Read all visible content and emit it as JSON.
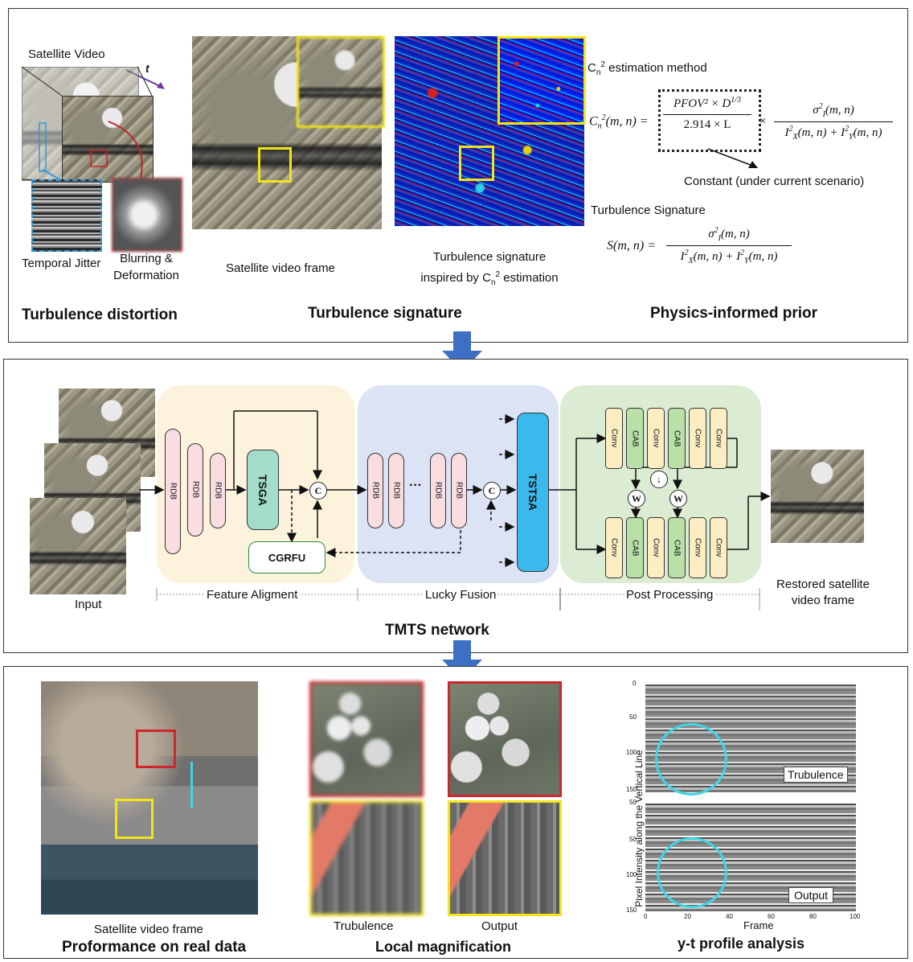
{
  "top": {
    "satellite_video_label": "Satellite Video",
    "t_label": "t",
    "temporal_jitter": "Temporal Jitter",
    "blurring_line1": "Blurring &",
    "blurring_line2": "Deformation",
    "frame_caption": "Satellite video frame",
    "sig_caption_line1": "Turbulence signature",
    "sig_caption_line2": "inspired by C",
    "sig_caption_sub": "n",
    "sig_caption_sup": "2",
    "sig_caption_end": " estimation",
    "cn2_method_c": "C",
    "cn2_method_sub": "n",
    "cn2_method_sup": "2",
    "cn2_method_rest": " estimation method",
    "cn2_lhs": "C",
    "cn2_lhs_tail": "(m, n) =",
    "cn2_num": "PFOV² × D",
    "cn2_num_sup": "1/3",
    "cn2_den": "2.914 × L",
    "cn2_times": "×",
    "cn2_frac2_num": "σ",
    "cn2_frac2_num_tail": "(m, n)",
    "cn2_frac2_den": "I",
    "cn2_frac2_den_tail": "(m, n) + I",
    "cn2_frac2_den_tail2": "(m, n)",
    "constant_label": "Constant (under current scenario)",
    "ts_label": "Turbulence Signature",
    "s_lhs": "S(m, n) =",
    "heading_distortion": "Turbulence distortion",
    "heading_signature": "Turbulence signature",
    "heading_prior": "Physics-informed prior"
  },
  "network": {
    "input_label": "Input",
    "rdb": "RDB",
    "tsga": "TSGA",
    "cgrfu": "CGRFU",
    "c_label": "C",
    "dots": "···",
    "tstsa": "TSTSA",
    "conv": "Conv",
    "cab": "CAB",
    "w_label": "W",
    "down_arrow": "↓",
    "section_alignment": "Feature Aligment",
    "section_fusion": "Lucky Fusion",
    "section_post": "Post Processing",
    "output_line1": "Restored satellite",
    "output_line2": "video frame",
    "title": "TMTS network",
    "colors": {
      "alignment_bg": "#fdf3dc",
      "fusion_bg": "#dbe3f4",
      "post_bg": "#dcecd3",
      "rdb": "#f9dde1",
      "tsga": "#a3dccb",
      "tstsa": "#3bb8ec",
      "conv": "#fdedc3",
      "cab": "#b8e0a8",
      "arrow_blue": "#3d6fc4"
    }
  },
  "bottom": {
    "frame_caption": "Satellite video frame",
    "heading_real": "Proformance on real data",
    "trubulence_label": "Trubulence",
    "output_label": "Output",
    "heading_local": "Local magnification",
    "yt_ylabel": "Pixel Intensity along the Vertical Line",
    "yt_xlabel": "Frame",
    "yt_top_label": "Trubulence",
    "yt_bottom_label": "Output",
    "yt_yticks": [
      "0",
      "50",
      "100",
      "150"
    ],
    "yt_xticks": [
      "0",
      "20",
      "40",
      "60",
      "80",
      "100"
    ],
    "heading_yt": "y-t profile analysis"
  }
}
